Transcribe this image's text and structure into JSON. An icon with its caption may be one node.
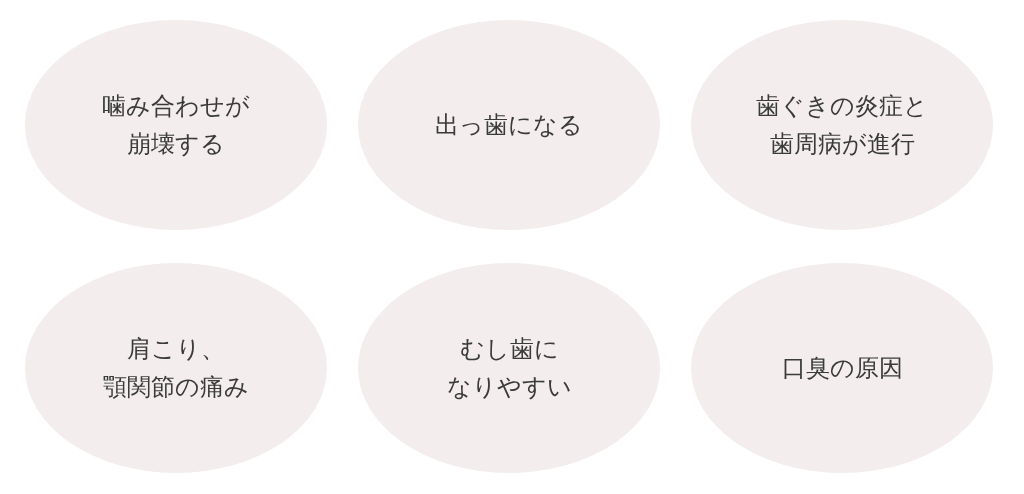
{
  "diagram": {
    "nodes": [
      {
        "text": [
          "噛み合わせが崩壊する"
        ]
      },
      {
        "text": [
          "出っ歯になる"
        ]
      },
      {
        "text": [
          "歯ぐきの炎症と歯周病が進行"
        ]
      },
      {
        "text": [
          "肩こり、顎関節の痛み"
        ]
      },
      {
        "text": [
          "むし歯になりやすい"
        ]
      },
      {
        "text": [
          "口臭の原因"
        ]
      }
    ]
  }
}
